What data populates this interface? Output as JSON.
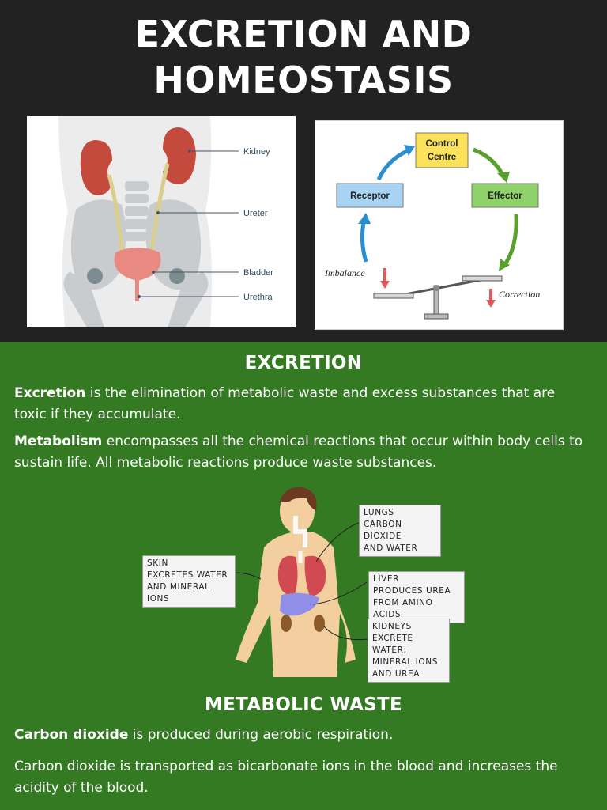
{
  "header": {
    "title_line1": "EXCRETION AND",
    "title_line2": "HOMEOSTASIS"
  },
  "urinary_figure": {
    "labels": {
      "kidney": "Kidney",
      "ureter": "Ureter",
      "bladder": "Bladder",
      "urethra": "Urethra"
    }
  },
  "feedback_figure": {
    "control_centre_line1": "Control",
    "control_centre_line2": "Centre",
    "receptor": "Receptor",
    "effector": "Effector",
    "imbalance": "Imbalance",
    "correction": "Correction"
  },
  "excretion_section": {
    "heading": "EXCRETION",
    "p1_bold": "Excretion",
    "p1_rest": " is the elimination of metabolic waste and excess substances that are toxic if they accumulate.",
    "p2_bold": "Metabolism",
    "p2_rest": " encompasses all the chemical reactions that occur within body cells to sustain life. All metabolic reactions produce waste substances."
  },
  "organs_figure": {
    "lungs": "LUNGS\nCARBON DIOXIDE\nAND WATER",
    "skin": "SKIN\nEXCRETES WATER\nAND MINERAL IONS",
    "liver": "LIVER\nPRODUCES UREA\nFROM AMINO ACIDS",
    "kidneys": "KIDNEYS\nEXCRETE WATER,\nMINERAL IONS\nAND UREA"
  },
  "metabolic_section": {
    "heading": "METABOLIC WASTE",
    "p1_bold": "Carbon dioxide",
    "p1_rest": " is produced during aerobic respiration.",
    "p2": "Carbon dioxide is transported as bicarbonate ions in the blood and increases the acidity of the blood."
  },
  "colors": {
    "header_bg": "#222222",
    "section_bg": "#347a22",
    "control_centre": "#fbe25a",
    "receptor": "#a9d3f2",
    "effector": "#8fd16a"
  }
}
